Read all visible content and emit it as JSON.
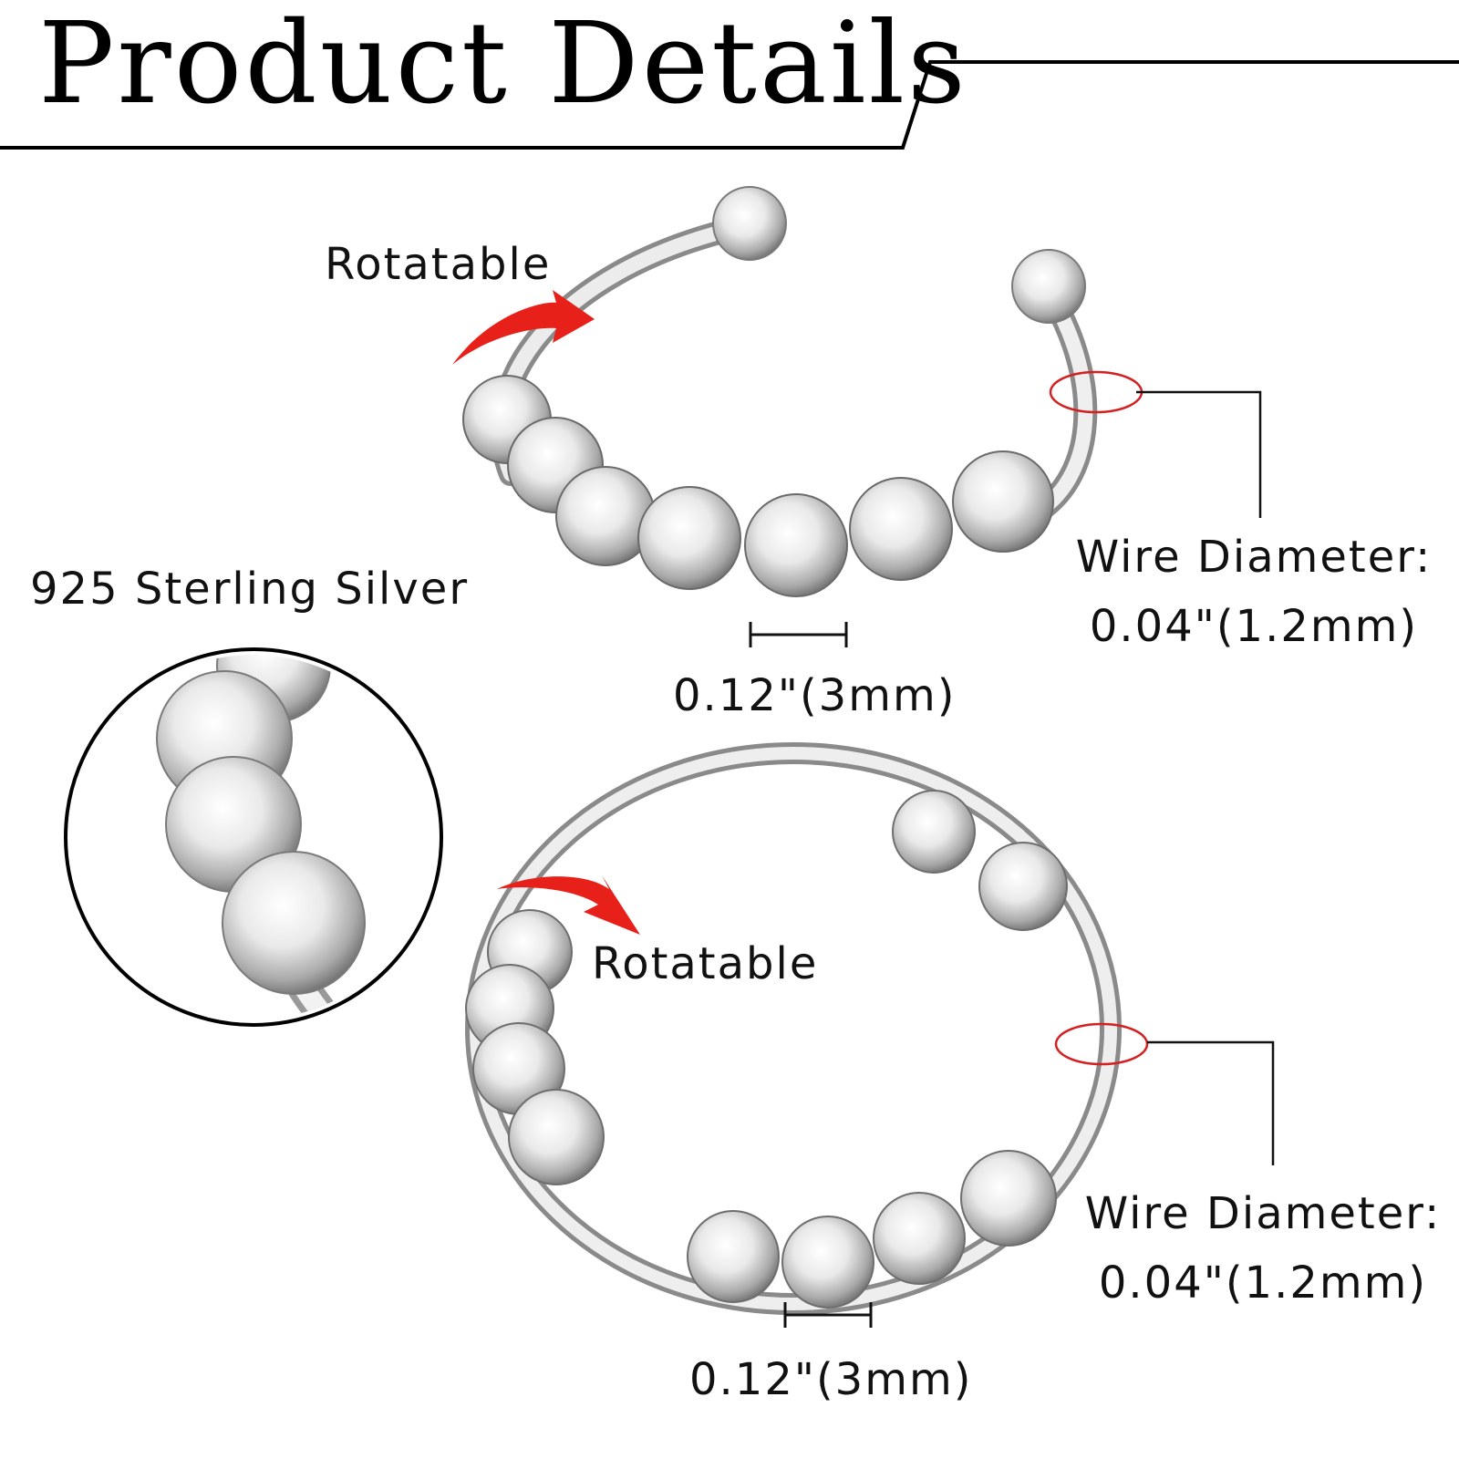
{
  "title": "Product Details",
  "top_ring": {
    "rotate_label": "Rotatable",
    "wire_label": "Wire Diameter:",
    "wire_value": "0.04\"(1.2mm)",
    "bead_size": "0.12\"(3mm)"
  },
  "bottom_ring": {
    "rotate_label": "Rotatable",
    "wire_label": "Wire Diameter:",
    "wire_value": "0.04\"(1.2mm)",
    "bead_size": "0.12\"(3mm)"
  },
  "material": "925 Sterling Silver",
  "colors": {
    "arrow": "#e8201a",
    "marker": "#d42020",
    "silver": "#d8d8d8",
    "text": "#111111"
  },
  "icons": [
    "rotate-arrow-icon",
    "wire-marker-icon",
    "dimension-bracket-icon",
    "zoom-detail-icon"
  ]
}
